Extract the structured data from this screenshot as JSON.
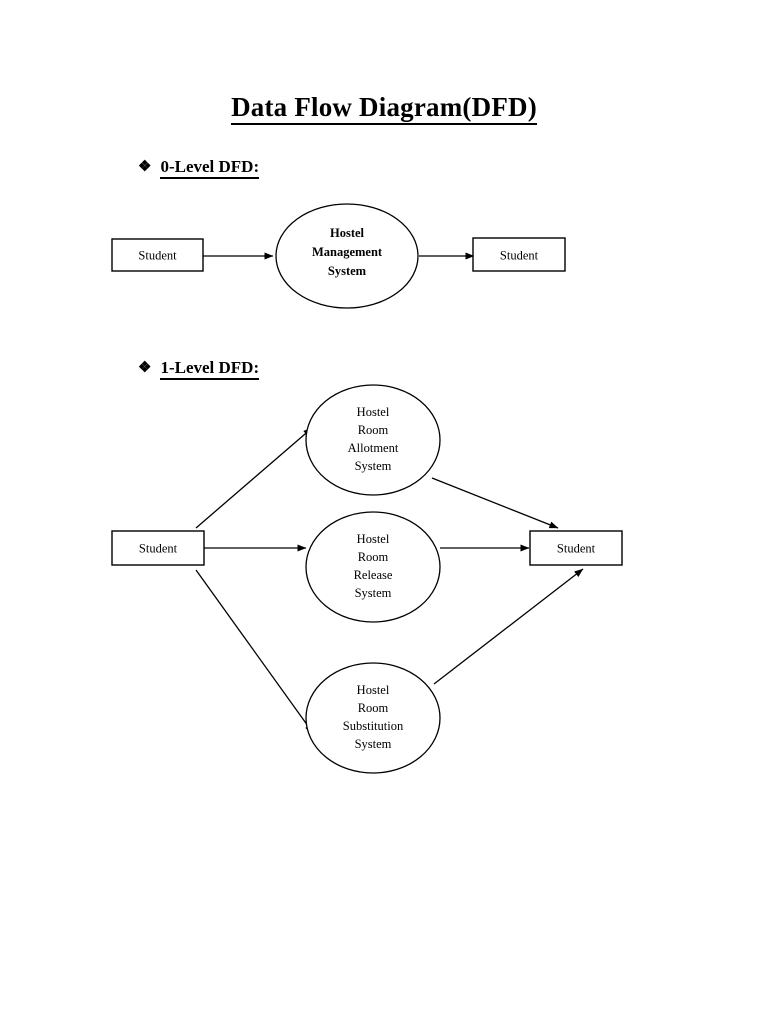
{
  "document": {
    "title": "Data Flow Diagram(DFD)"
  },
  "sections": [
    {
      "id": "level0",
      "bullet": "❖",
      "label": "0-Level DFD:"
    },
    {
      "id": "level1",
      "bullet": "❖",
      "label": "1-Level DFD:"
    }
  ],
  "level0": {
    "source_entity": "Student",
    "process": {
      "lines": [
        "Hostel",
        "Management",
        "System"
      ]
    },
    "sink_entity": "Student"
  },
  "level1": {
    "source_entity": "Student",
    "sink_entity": "Student",
    "processes": [
      {
        "lines": [
          "Hostel",
          "Room",
          "Allotment",
          "System"
        ]
      },
      {
        "lines": [
          "Hostel",
          "Room",
          "Release",
          "System"
        ]
      },
      {
        "lines": [
          "Hostel",
          "Room",
          "Substitution",
          "System"
        ]
      }
    ]
  },
  "colors": {
    "page_background": "#ffffff",
    "ink": "#000000",
    "shape_fill": "#ffffff"
  }
}
